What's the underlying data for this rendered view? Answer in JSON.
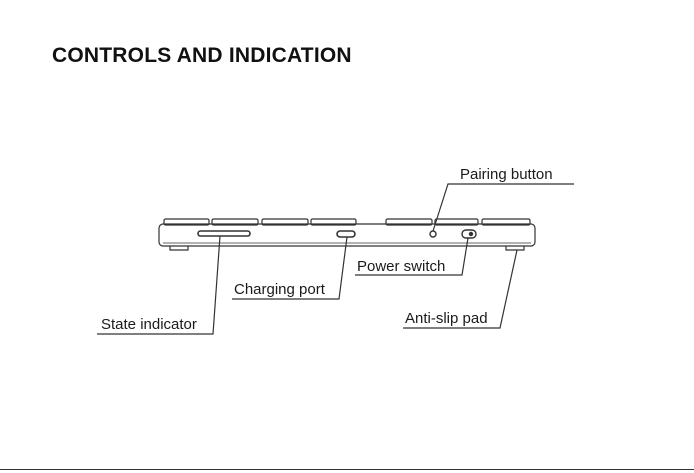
{
  "heading": "CONTROLS AND INDICATION",
  "labels": {
    "pairing_button": "Pairing button",
    "power_switch": "Power switch",
    "charging_port": "Charging port",
    "anti_slip_pad": "Anti-slip pad",
    "state_indicator": "State indicator"
  },
  "colors": {
    "line": "#333333",
    "text": "#1a1a1a"
  }
}
